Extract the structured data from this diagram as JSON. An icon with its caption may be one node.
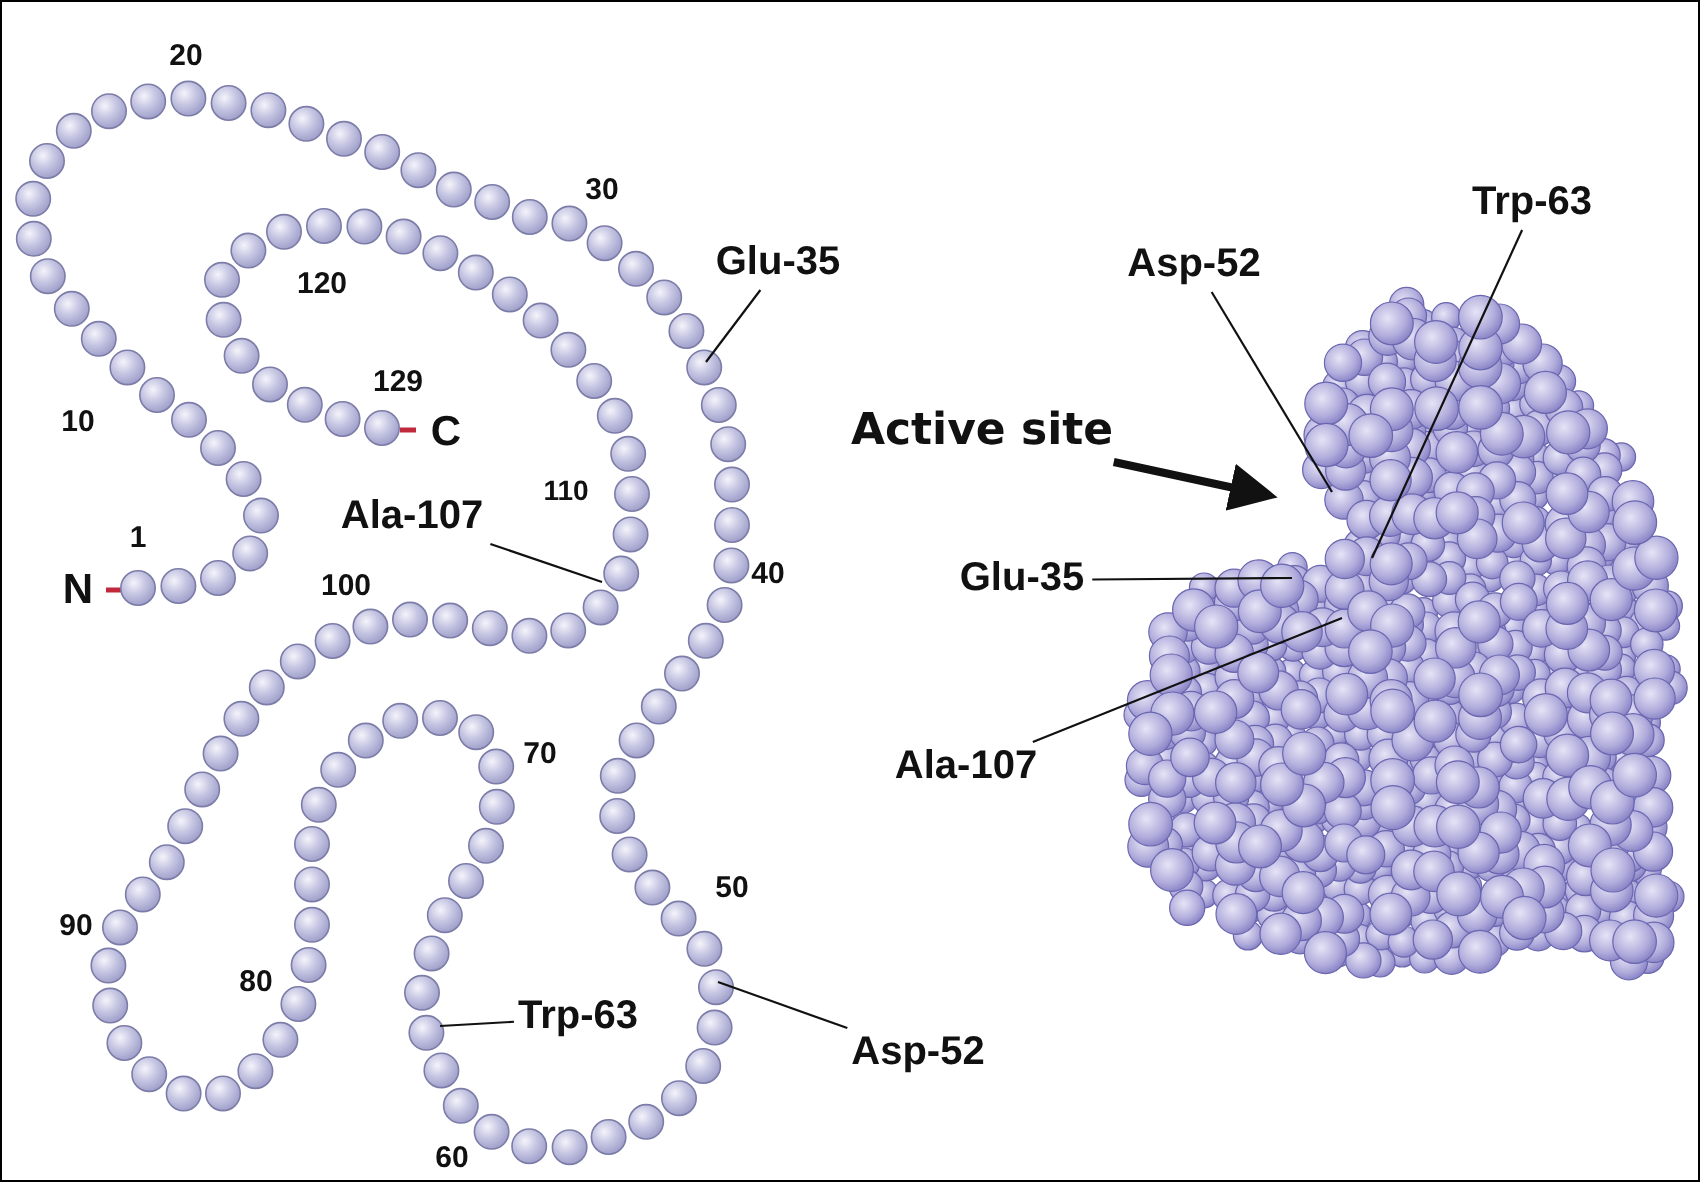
{
  "diagram": {
    "nodes": [
      {
        "text": [
          "Glu-35"
        ]
      },
      {
        "text": [
          "Ala-107"
        ]
      },
      {
        "text": [
          "Trp-63"
        ]
      },
      {
        "text": [
          "Asp-52"
        ]
      },
      {
        "text": [
          "Trp-63"
        ]
      },
      {
        "text": [
          "Asp-52"
        ]
      },
      {
        "text": [
          "Active site"
        ]
      },
      {
        "text": [
          "Glu-35"
        ]
      },
      {
        "text": [
          "Ala-107"
        ]
      }
    ],
    "edges": [
      {
        "from": 0,
        "to": null,
        "arrow": "none"
      },
      {
        "from": 1,
        "to": null,
        "arrow": "none"
      },
      {
        "from": 2,
        "to": null,
        "arrow": "none"
      },
      {
        "from": 3,
        "to": null,
        "arrow": "none"
      },
      {
        "from": 4,
        "to": null,
        "arrow": "none"
      },
      {
        "from": 5,
        "to": null,
        "arrow": "none"
      },
      {
        "from": 6,
        "to": null,
        "arrow": "to",
        "style": "thick"
      },
      {
        "from": 7,
        "to": null,
        "arrow": "none"
      },
      {
        "from": 8,
        "to": null,
        "arrow": "none"
      }
    ],
    "labels": [
      "20",
      "30",
      "120",
      "129",
      "C",
      "10",
      "110",
      "1",
      "N",
      "100",
      "40",
      "70",
      "50",
      "90",
      "80",
      "60"
    ]
  }
}
